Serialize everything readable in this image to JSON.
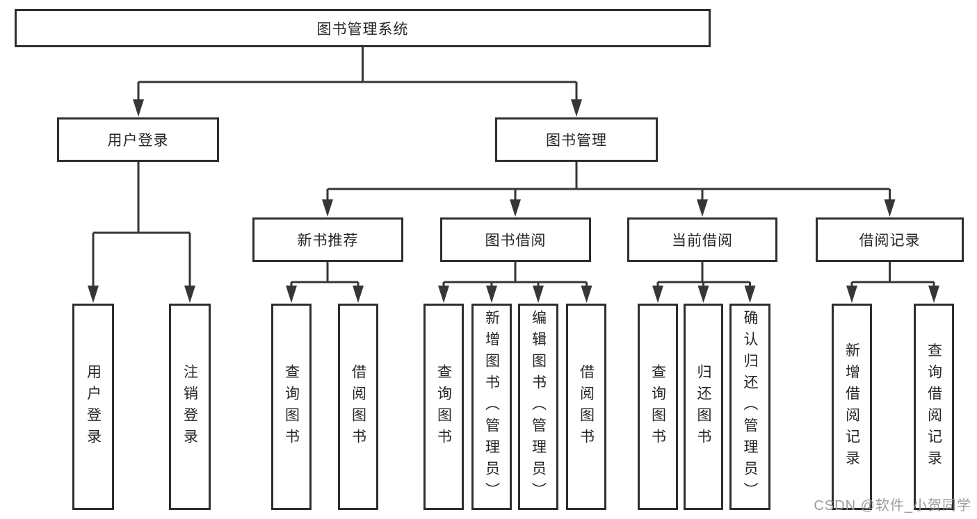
{
  "diagram": {
    "root_label": "图书管理系统",
    "branches": [
      {
        "label": "用户登录",
        "leaves": [
          "用户登录",
          "注销登录"
        ]
      },
      {
        "label": "图书管理",
        "sections": [
          {
            "label": "新书推荐",
            "leaves": [
              "查询图书",
              "借阅图书"
            ]
          },
          {
            "label": "图书借阅",
            "leaves": [
              "查询图书",
              "新增图书（管理员）",
              "编辑图书（管理员）",
              "借阅图书"
            ]
          },
          {
            "label": "当前借阅",
            "leaves": [
              "查询图书",
              "归还图书",
              "确认归还（管理员）"
            ]
          },
          {
            "label": "借阅记录",
            "leaves": [
              "新增借阅记录",
              "查询借阅记录"
            ]
          }
        ]
      }
    ]
  },
  "watermark": {
    "text": "CSDN @软件_小贺同学"
  },
  "colors": {
    "line": "#363636",
    "box_border": "#2e2e2e",
    "text": "#262626",
    "watermark": "#9c9c9c",
    "background": "#ffffff"
  }
}
